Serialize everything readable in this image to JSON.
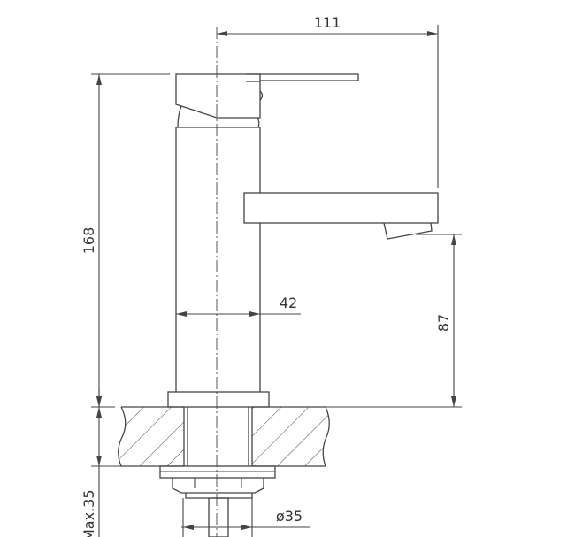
{
  "dimensions": {
    "spout_reach": "111",
    "total_height": "168",
    "body_diameter": "42",
    "spout_height": "87",
    "max_countertop": "Max.35",
    "hole_diameter": "ø35"
  },
  "colors": {
    "line": "#444444",
    "background": "#ffffff"
  }
}
